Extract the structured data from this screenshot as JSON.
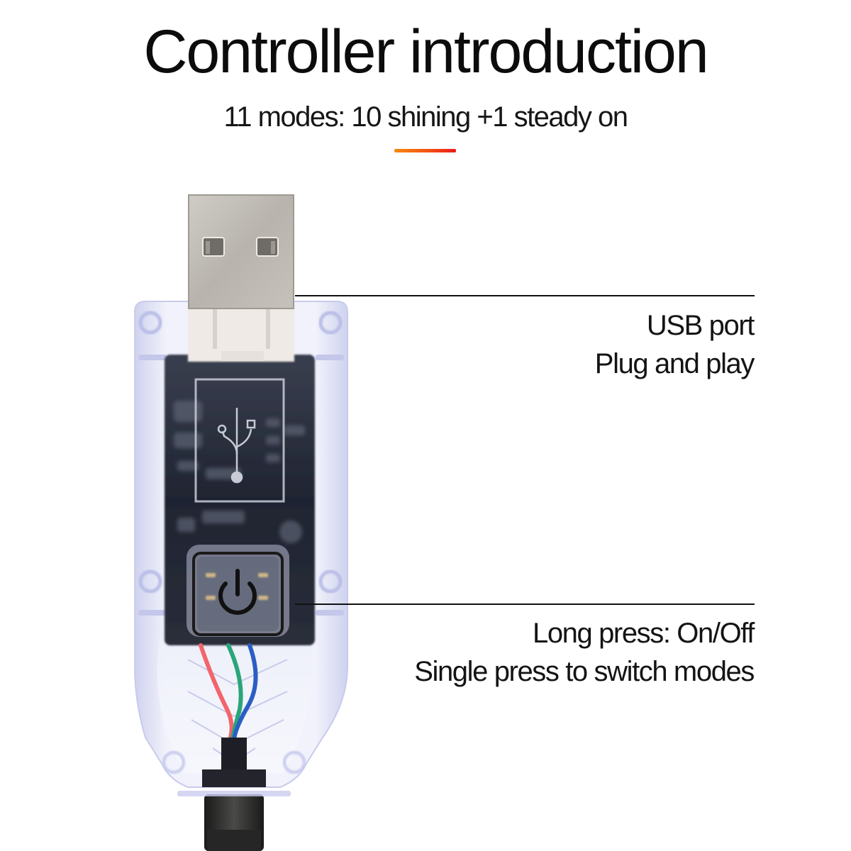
{
  "header": {
    "title": "Controller introduction",
    "subtitle": "11 modes: 10 shining +1 steady on",
    "accent_gradient": [
      "#f58a12",
      "#ec1b1b"
    ]
  },
  "callouts": [
    {
      "id": "usb",
      "lines": [
        "USB port",
        "Plug and play"
      ],
      "target_icon": "usb-plug-icon"
    },
    {
      "id": "button",
      "lines": [
        "Long press: On/Off",
        "Single press to switch modes"
      ],
      "target_icon": "power-icon"
    }
  ],
  "product": {
    "icons": [
      "usb-plug-icon",
      "usb-symbol-icon",
      "power-icon"
    ],
    "wire_colors": [
      "#f2656a",
      "#2aa57a",
      "#2a5fc2"
    ],
    "pcb_color": "#1f2431",
    "shell_tint": "#d9dcf3"
  }
}
